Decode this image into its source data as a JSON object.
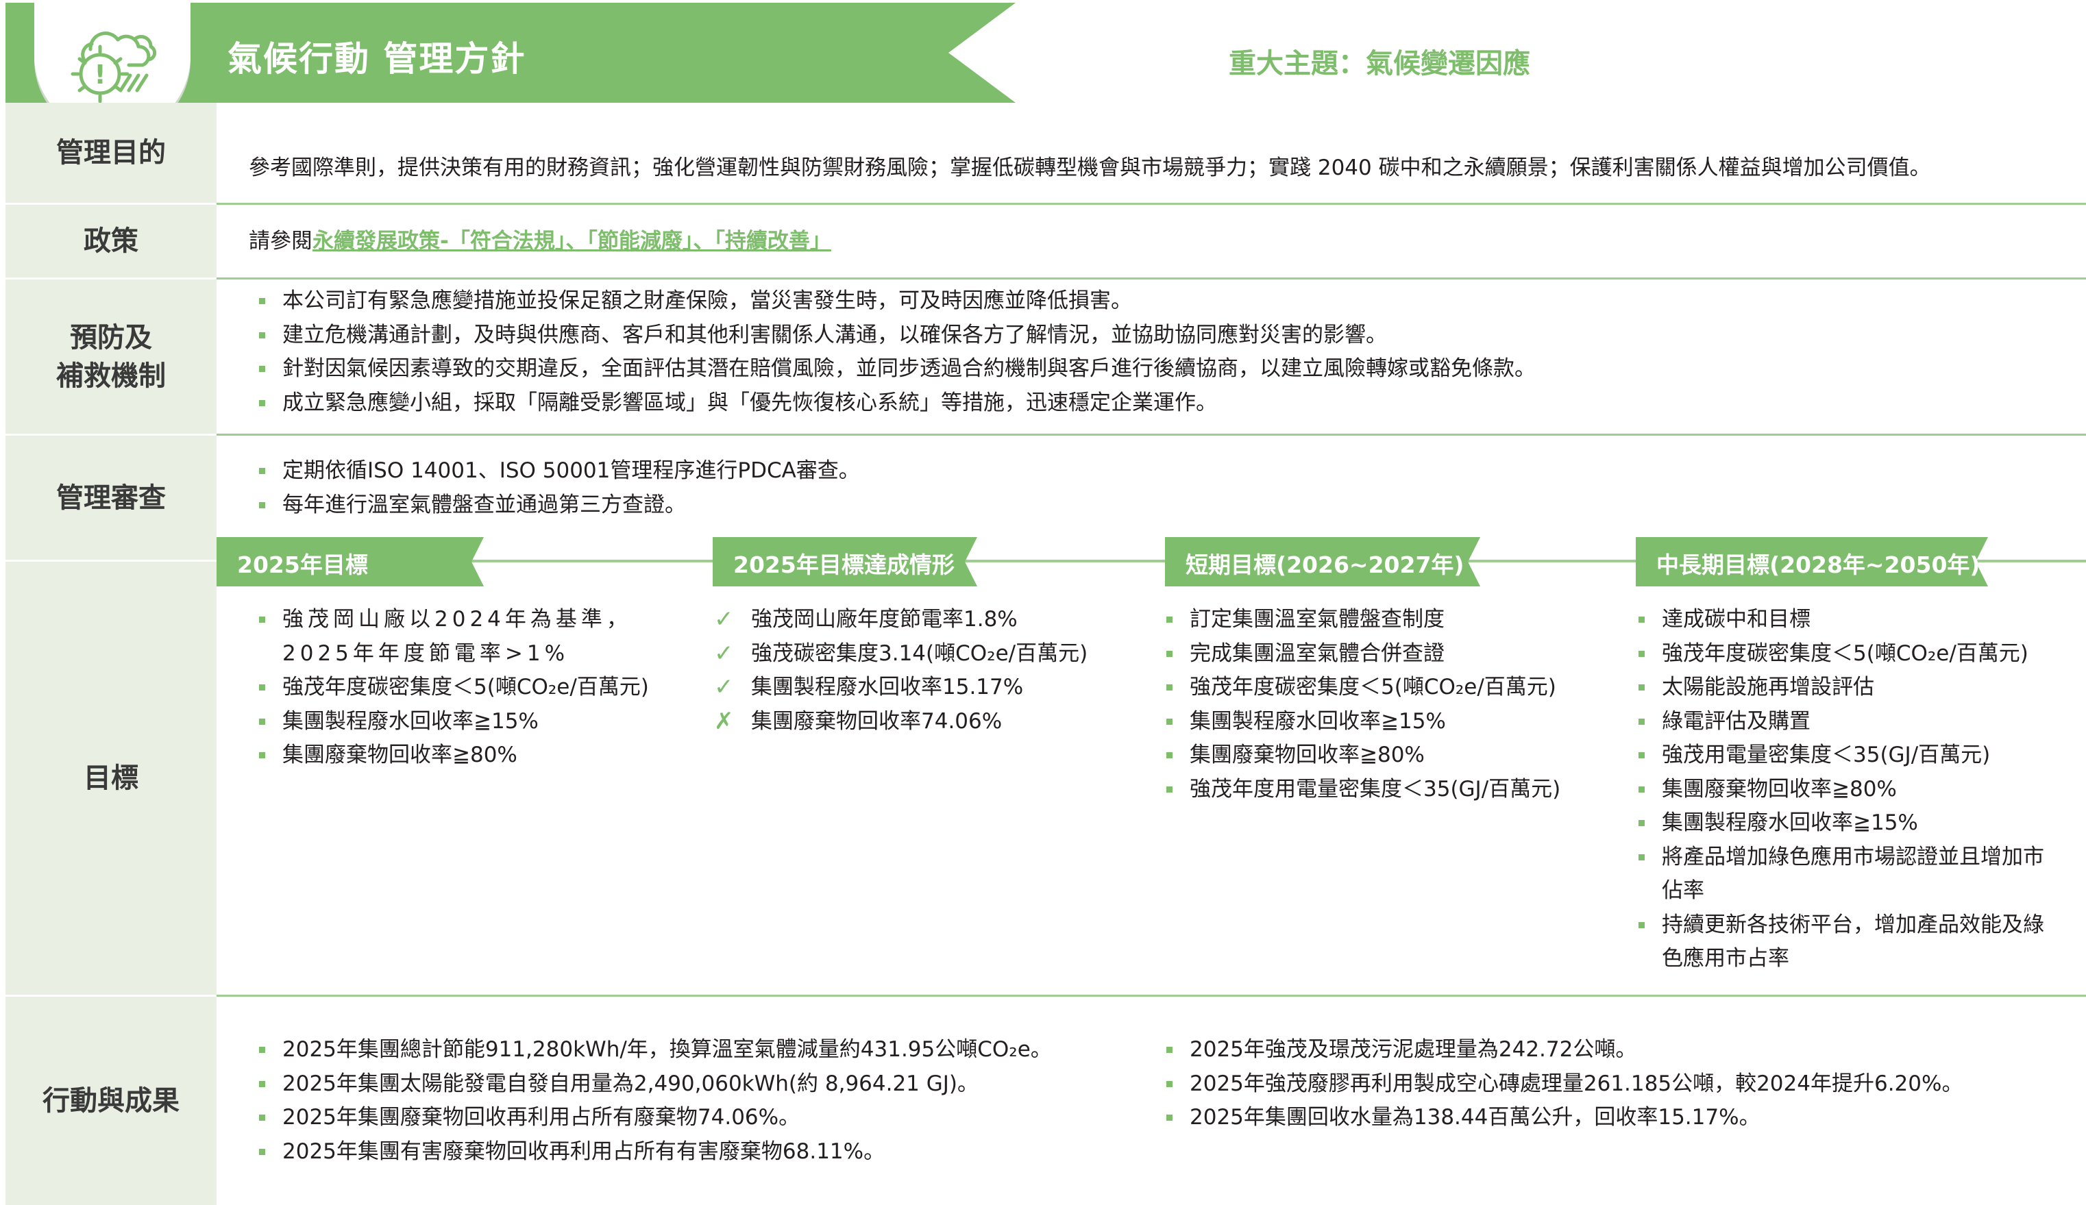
{
  "header": {
    "title": "氣候行動 管理方針",
    "topic": "重大主題：氣候變遷因應",
    "icon": "climate-warning-icon",
    "colors": {
      "accent": "#7dbd6b",
      "label_bg": "#e9f0e3",
      "divider": "#9fcc91"
    }
  },
  "rows": {
    "purpose": {
      "label": "管理目的",
      "text": "參考國際準則，提供決策有用的財務資訊；強化營運韌性與防禦財務風險；掌握低碳轉型機會與市場競爭力；實踐 2040 碳中和之永續願景；保護利害關係人權益與增加公司價值。"
    },
    "policy": {
      "label": "政策",
      "prefix": "請參閱",
      "link": "永續發展政策-「符合法規」、「節能減廢」、「持續改善」"
    },
    "prevention": {
      "label_line1": "預防及",
      "label_line2": "補救機制",
      "items": [
        "本公司訂有緊急應變措施並投保足額之財產保險，當災害發生時，可及時因應並降低損害。",
        "建立危機溝通計劃，及時與供應商、客戶和其他利害關係人溝通，以確保各方了解情況，並協助協同應對災害的影響。",
        "針對因氣候因素導致的交期違反，全面評估其潛在賠償風險，並同步透過合約機制與客戶進行後續協商，以建立風險轉嫁或豁免條款。",
        "成立緊急應變小組，採取「隔離受影響區域」與「優先恢復核心系統」等措施，迅速穩定企業運作。"
      ]
    },
    "review": {
      "label": "管理審查",
      "items": [
        "定期依循ISO 14001、ISO 50001管理程序進行PDCA審查。",
        "每年進行溫室氣體盤查並通過第三方查證。"
      ]
    },
    "goals": {
      "label": "目標",
      "col1": {
        "title": "2025年目標",
        "items": [
          "強茂岡山廠以2024年為基準，2025年年度節電率>1%",
          "強茂年度碳密集度＜5(噸CO₂e/百萬元)",
          "集團製程廢水回收率≧15%",
          "集團廢棄物回收率≧80%"
        ]
      },
      "col2": {
        "title": "2025年目標達成情形",
        "items": [
          {
            "mark": "✓",
            "status": "achieved",
            "text": "強茂岡山廠年度節電率1.8%"
          },
          {
            "mark": "✓",
            "status": "achieved",
            "text": "強茂碳密集度3.14(噸CO₂e/百萬元)"
          },
          {
            "mark": "✓",
            "status": "achieved",
            "text": "集團製程廢水回收率15.17%"
          },
          {
            "mark": "✗",
            "status": "not-achieved",
            "text": "集團廢棄物回收率74.06%"
          }
        ]
      },
      "col3": {
        "title": "短期目標(2026~2027年)",
        "items": [
          "訂定集團溫室氣體盤查制度",
          "完成集團溫室氣體合併查證",
          "強茂年度碳密集度＜5(噸CO₂e/百萬元)",
          "集團製程廢水回收率≧15%",
          "集團廢棄物回收率≧80%",
          "強茂年度用電量密集度＜35(GJ/百萬元)"
        ]
      },
      "col4": {
        "title": "中長期目標(2028年~2050年)",
        "items": [
          "達成碳中和目標",
          "強茂年度碳密集度＜5(噸CO₂e/百萬元)",
          "太陽能設施再增設評估",
          "綠電評估及購置",
          "強茂用電量密集度＜35(GJ/百萬元)",
          "集團廢棄物回收率≧80%",
          "集團製程廢水回收率≧15%",
          "將產品增加綠色應用市場認證並且增加市佔率",
          "持續更新各技術平台，增加產品效能及綠色應用市占率"
        ]
      }
    },
    "actions": {
      "label": "行動與成果",
      "left": [
        "2025年集團總計節能911,280kWh/年，換算溫室氣體減量約431.95公噸CO₂e。",
        "2025年集團太陽能發電自發自用量為2,490,060kWh(約 8,964.21 GJ)。",
        "2025年集團廢棄物回收再利用占所有廢棄物74.06%。",
        "2025年集團有害廢棄物回收再利用占所有有害廢棄物68.11%。"
      ],
      "right": [
        "2025年強茂及璟茂污泥處理量為242.72公噸。",
        "2025年強茂廢膠再利用製成空心磚處理量261.185公噸，較2024年提升6.20%。",
        "2025年集團回收水量為138.44百萬公升，回收率15.17%。"
      ]
    }
  }
}
